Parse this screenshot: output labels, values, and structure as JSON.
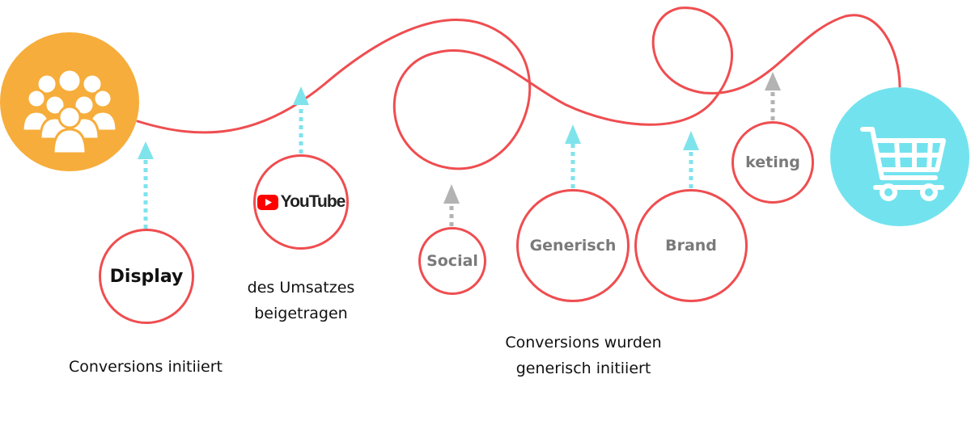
{
  "colors": {
    "path": "#ef4d50",
    "audience": "#f6ad3b",
    "cart": "#72e3ee",
    "arrow_cyan": "#7fe3ec",
    "arrow_gray": "#b3b3b3",
    "node_text": "#7a7a7a"
  },
  "start": {
    "icon": "audience-group-icon"
  },
  "end": {
    "icon": "shopping-cart-icon"
  },
  "nodes": {
    "display": "Display",
    "youtube": "YouTube",
    "social": "Social",
    "generisch": "Generisch",
    "brand": "Brand",
    "marketing": "keting"
  },
  "captions": {
    "display_line1": "Conversions initiiert",
    "youtube_line1": "des Umsatzes",
    "youtube_line2": "beigetragen",
    "generisch_line1": "Conversions wurden",
    "generisch_line2": "generisch initiiert"
  }
}
